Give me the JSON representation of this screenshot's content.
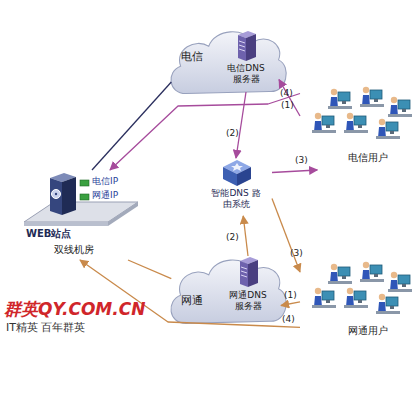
{
  "diagram": {
    "nodes": [
      {
        "text": [
          "电信"
        ]
      },
      {
        "text": [
          "电信DNS 服务器"
        ],
        "in": 0
      },
      {
        "text": [
          "电信用户"
        ]
      },
      {
        "text": [
          "电信IP",
          "网通IP",
          "WEB站点",
          "双线机房"
        ]
      },
      {
        "text": [
          "智能DNS 路由系统"
        ]
      },
      {
        "text": [
          "网通"
        ]
      },
      {
        "text": [
          "网通DNS 服务器"
        ],
        "in": 5
      },
      {
        "text": [
          "网通用户"
        ]
      }
    ],
    "edges": [
      {
        "from": 2,
        "to": 1,
        "label": "(1)",
        "arrow": "to"
      },
      {
        "from": 1,
        "to": 4,
        "label": "(2)",
        "arrow": "to"
      },
      {
        "from": 4,
        "to": 2,
        "label": "(3)",
        "arrow": "to"
      },
      {
        "from": 2,
        "to": 3,
        "label": "(4)",
        "arrow": "to"
      },
      {
        "from": 3,
        "to": 0,
        "arrow": "none"
      },
      {
        "from": 3,
        "to": 5,
        "arrow": "none"
      },
      {
        "from": 7,
        "to": 6,
        "label": "(1)",
        "arrow": "to"
      },
      {
        "from": 6,
        "to": 4,
        "label": "(2)",
        "arrow": "to"
      },
      {
        "from": 4,
        "to": 7,
        "label": "(3)",
        "arrow": "to"
      },
      {
        "from": 7,
        "to": 3,
        "label": "(4)",
        "arrow": "to"
      }
    ],
    "labels": [
      "群英QY.COM.CN",
      "IT精英 百年群英"
    ]
  }
}
